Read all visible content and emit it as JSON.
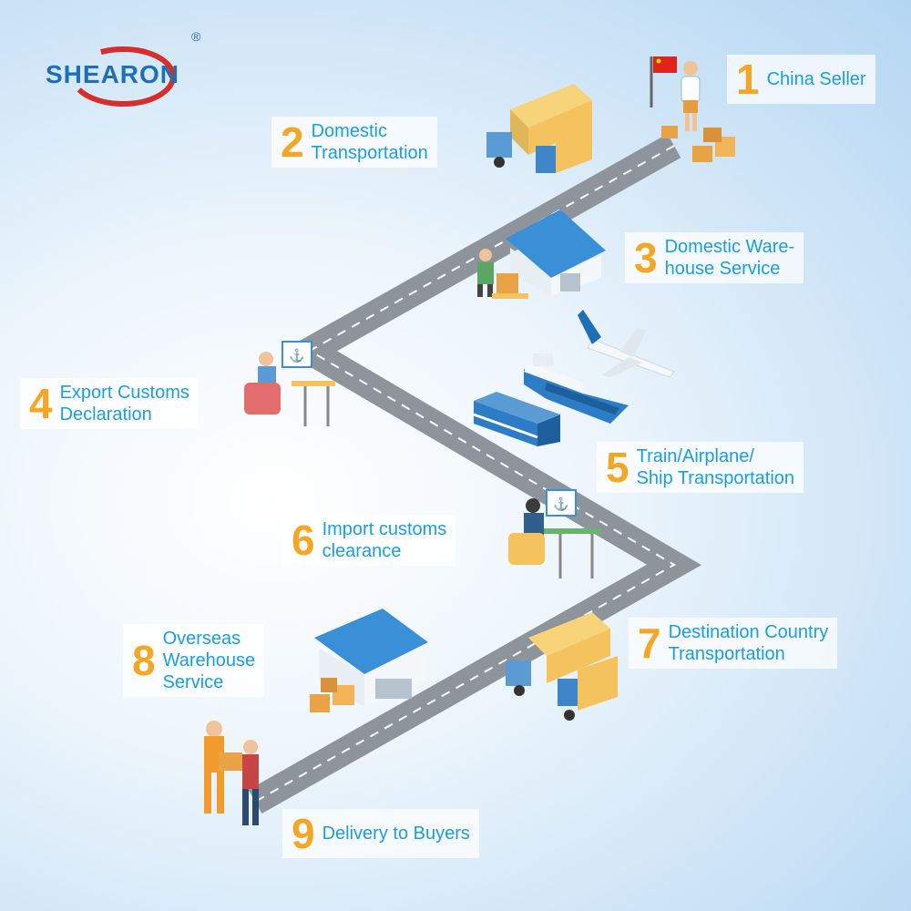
{
  "brand": {
    "name": "SHEARON",
    "registered": "®",
    "ring_color": "#d62d2d",
    "text_color": "#1f6fb8"
  },
  "colors": {
    "number": "#f5a623",
    "label": "#1a9ee0",
    "road": "#8e949c"
  },
  "steps": [
    {
      "num": "1",
      "label": "China Seller"
    },
    {
      "num": "2",
      "label": "Domestic\nTransportation"
    },
    {
      "num": "3",
      "label": "Domestic Ware-\nhouse Service"
    },
    {
      "num": "4",
      "label": "Export Customs\nDeclaration"
    },
    {
      "num": "5",
      "label": "Train/Airplane/\nShip Transportation"
    },
    {
      "num": "6",
      "label": "Import customs\nclearance"
    },
    {
      "num": "7",
      "label": "Destination Country\nTransportation"
    },
    {
      "num": "8",
      "label": "Overseas\nWarehouse\nService"
    },
    {
      "num": "9",
      "label": "Delivery to Buyers"
    }
  ],
  "icons": [
    "flag-icon",
    "seller-icon",
    "truck-icon",
    "warehouse-icon",
    "worker-icon",
    "airplane-icon",
    "ship-icon",
    "train-icon",
    "desk-worker-icon",
    "boxes-icon",
    "courier-icon"
  ]
}
